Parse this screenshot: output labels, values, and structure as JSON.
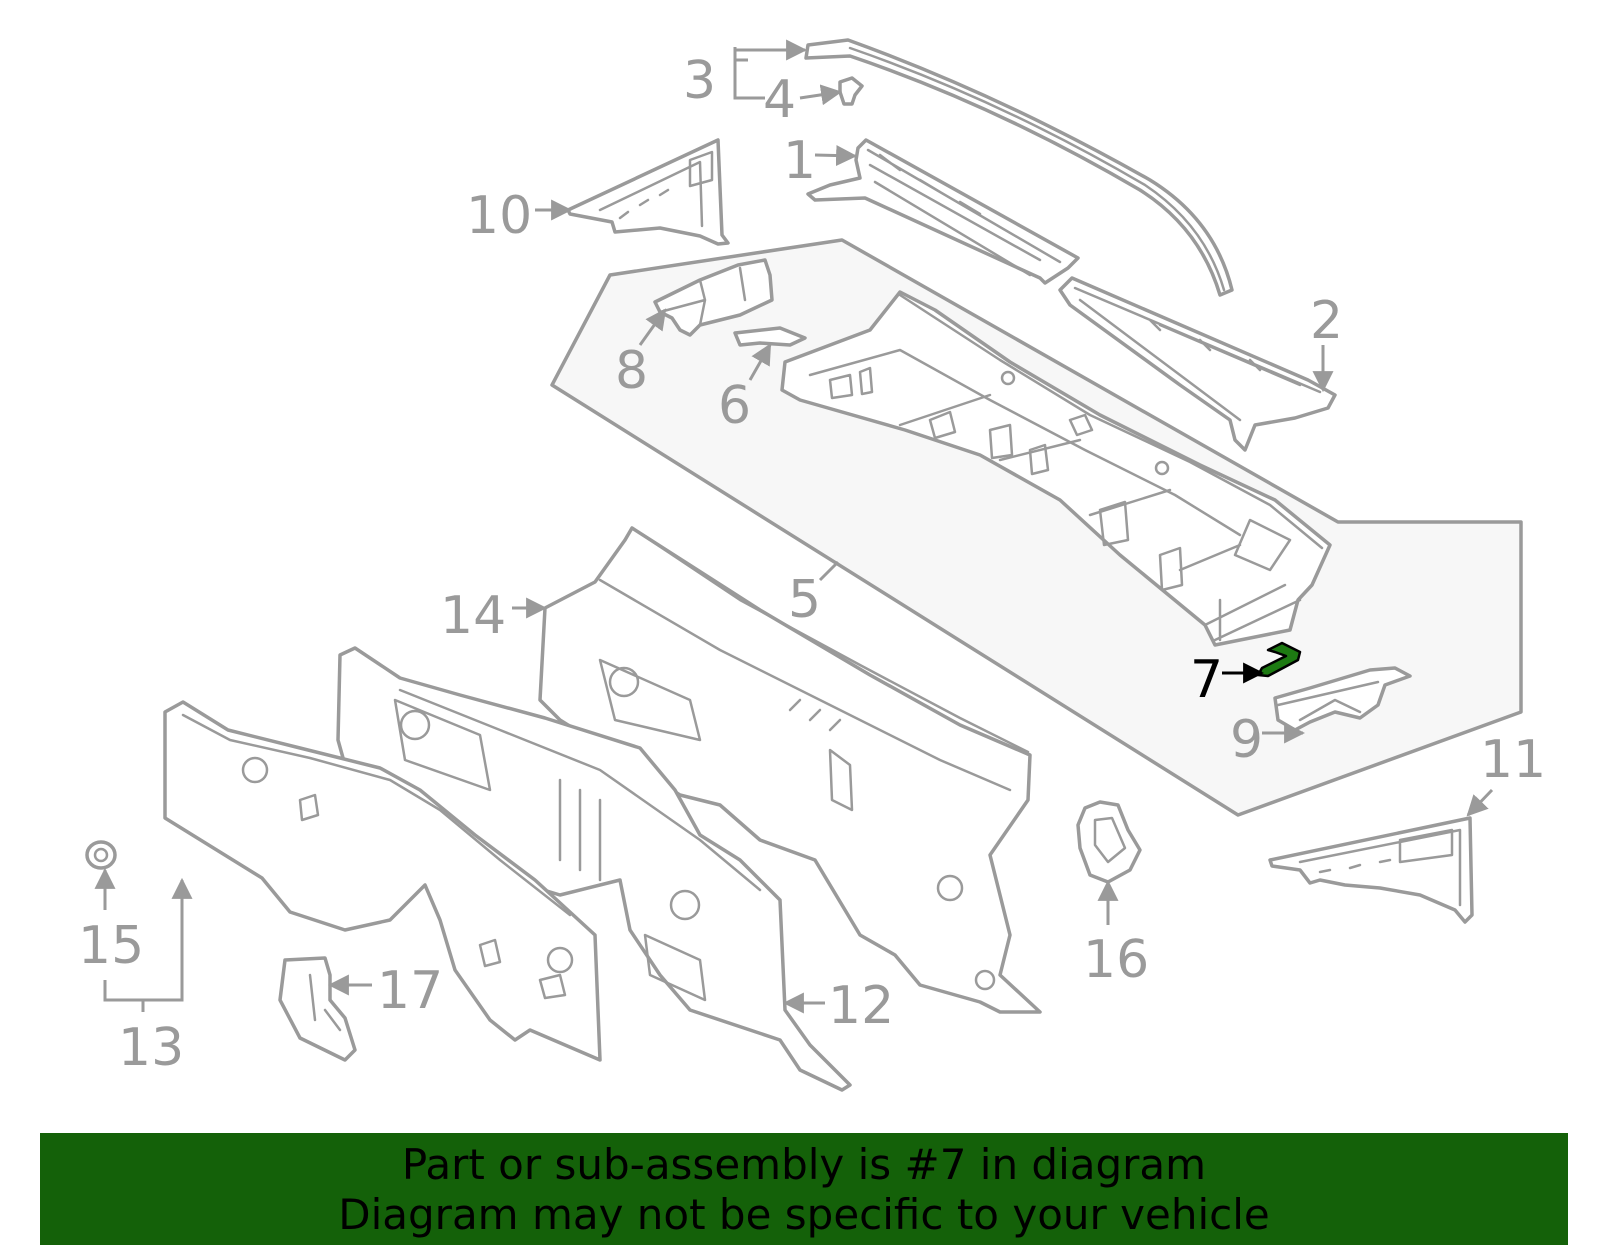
{
  "diagram": {
    "labels": [
      {
        "id": "1",
        "text": "1"
      },
      {
        "id": "2",
        "text": "2"
      },
      {
        "id": "3",
        "text": "3"
      },
      {
        "id": "4",
        "text": "4"
      },
      {
        "id": "5",
        "text": "5"
      },
      {
        "id": "6",
        "text": "6"
      },
      {
        "id": "7",
        "text": "7"
      },
      {
        "id": "8",
        "text": "8"
      },
      {
        "id": "9",
        "text": "9"
      },
      {
        "id": "10",
        "text": "10"
      },
      {
        "id": "11",
        "text": "11"
      },
      {
        "id": "12",
        "text": "12"
      },
      {
        "id": "13",
        "text": "13"
      },
      {
        "id": "14",
        "text": "14"
      },
      {
        "id": "15",
        "text": "15"
      },
      {
        "id": "16",
        "text": "16"
      },
      {
        "id": "17",
        "text": "17"
      }
    ],
    "highlighted_part": "7",
    "colors": {
      "line": "#9a9a9a",
      "highlight": "#1d7a12",
      "group_fill": "#f7f7f7",
      "banner": "#146109"
    }
  },
  "banner": {
    "line1": "Part or sub-assembly is #7 in diagram",
    "line2": "Diagram may not be specific to your vehicle"
  }
}
